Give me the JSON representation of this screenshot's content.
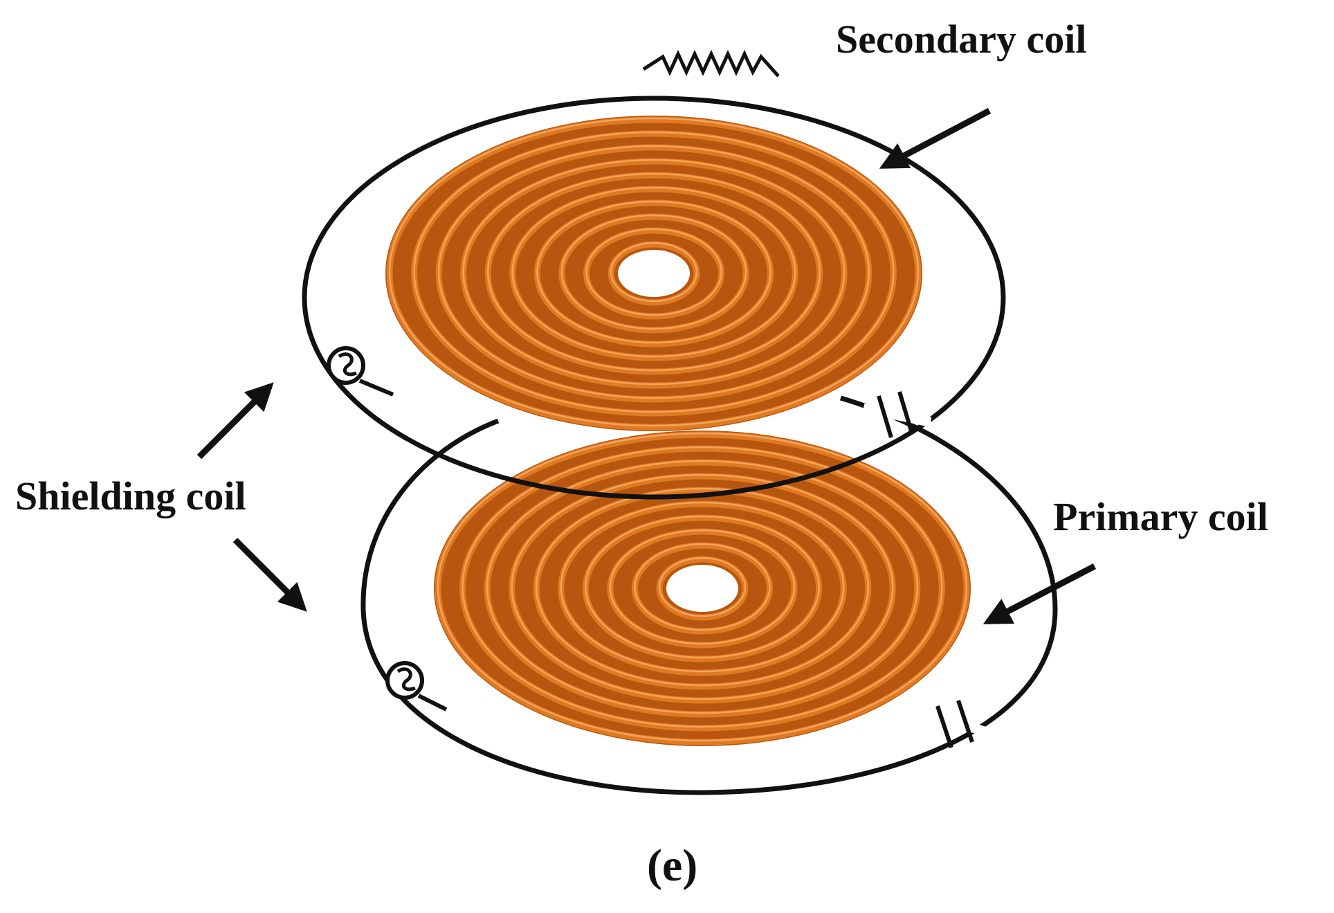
{
  "labels": {
    "secondary": "Secondary coil",
    "shielding": "Shielding coil",
    "primary": "Primary coil",
    "caption": "(e)"
  },
  "colors": {
    "coil": "#e07a22",
    "coil_dark": "#b8560f",
    "coil_light": "#f3a45a",
    "wire": "#111111",
    "background": "#ffffff"
  },
  "icons": [
    "ac-source-icon",
    "capacitor-icon",
    "resistor-icon",
    "arrow-icon"
  ]
}
